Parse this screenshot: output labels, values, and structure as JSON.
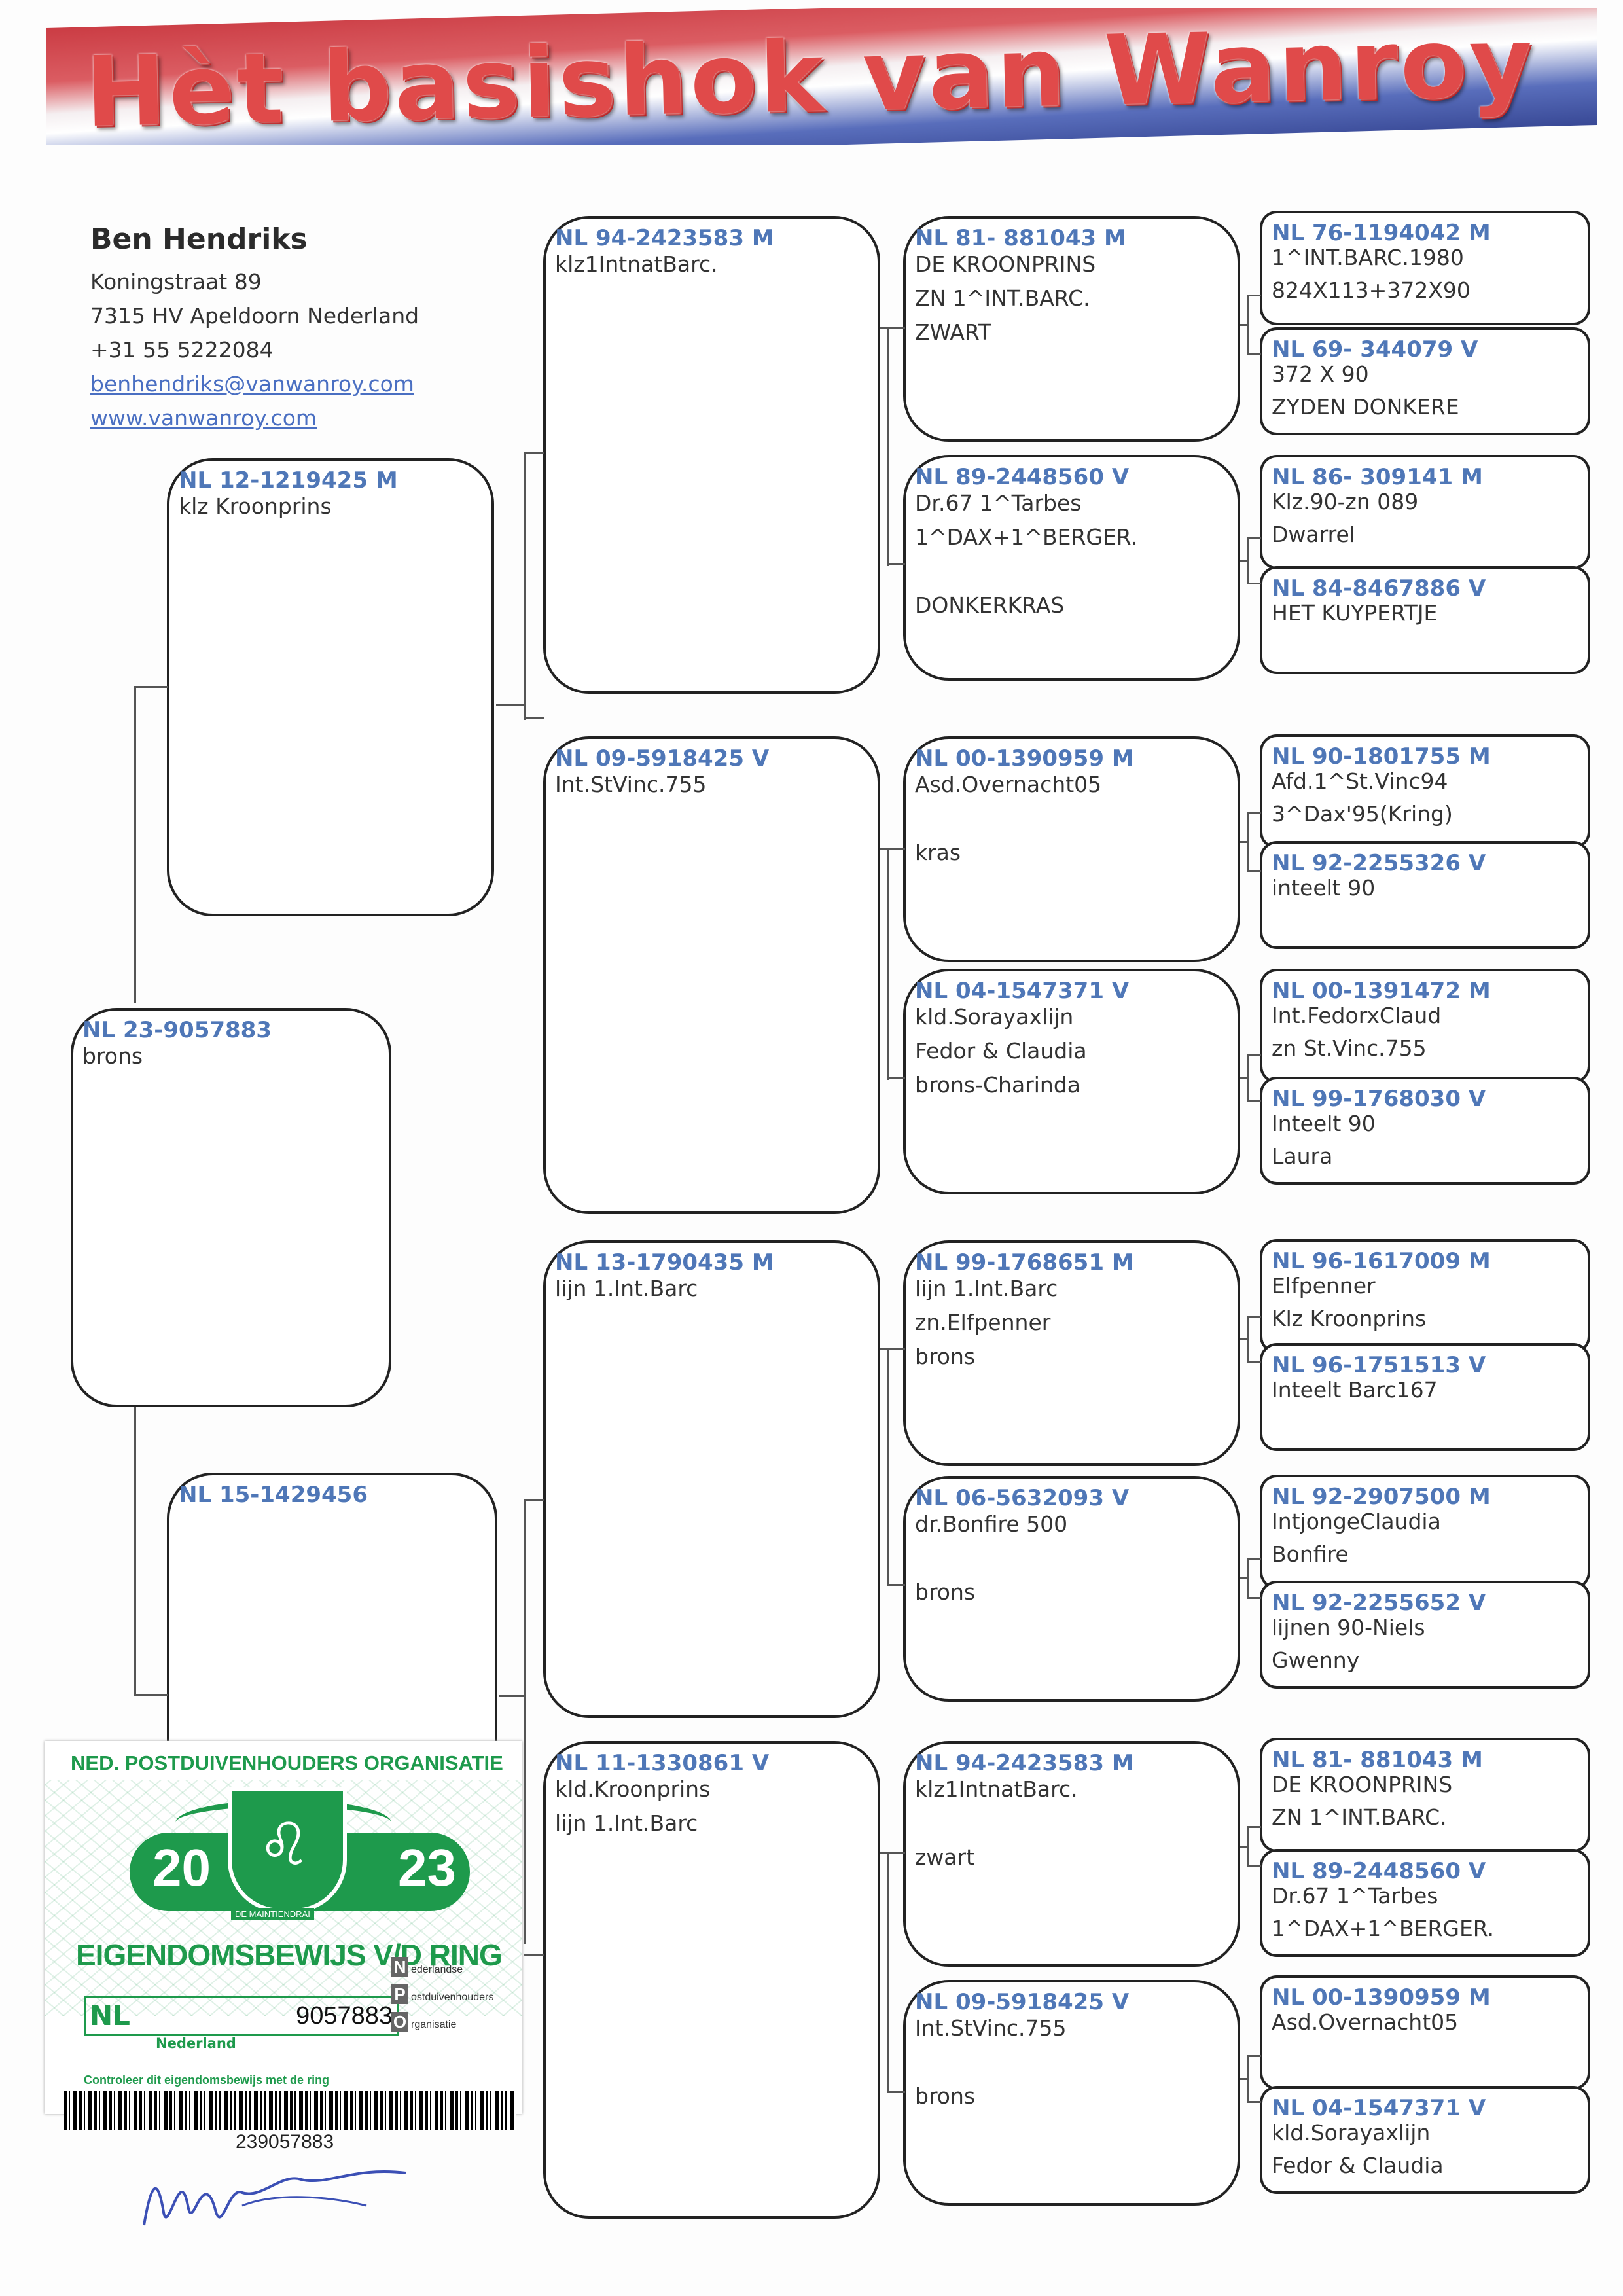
{
  "header": {
    "title": "Hèt basishok van Wanroy"
  },
  "owner": {
    "name": "Ben Hendriks",
    "address": "Koningstraat 89",
    "city": "7315 HV Apeldoorn Nederland",
    "phone": "+31 55 5222084",
    "email": "benhendriks@vanwanroy.com",
    "website": "www.vanwanroy.com"
  },
  "pigeon": {
    "ring": "NL 23-9057883",
    "lines": [
      "brons"
    ]
  },
  "father": {
    "ring": "NL 12-1219425 M",
    "lines": [
      "klz Kroonprins"
    ]
  },
  "mother": {
    "ring": "NL 15-1429456",
    "lines": []
  },
  "gen3": [
    {
      "ring": "NL 94-2423583 M",
      "lines": [
        "klz1IntnatBarc."
      ]
    },
    {
      "ring": "NL 09-5918425 V",
      "lines": [
        "Int.StVinc.755"
      ]
    },
    {
      "ring": "NL 13-1790435 M",
      "lines": [
        "lijn 1.Int.Barc"
      ]
    },
    {
      "ring": "NL 11-1330861 V",
      "lines": [
        "kld.Kroonprins",
        "lijn 1.Int.Barc"
      ]
    }
  ],
  "gen4": [
    {
      "ring": "NL 81- 881043 M",
      "lines": [
        "DE KROONPRINS",
        "ZN 1^INT.BARC.",
        "ZWART"
      ]
    },
    {
      "ring": "NL 89-2448560 V",
      "lines": [
        "Dr.67 1^Tarbes",
        "1^DAX+1^BERGER.",
        "",
        "DONKERKRAS"
      ]
    },
    {
      "ring": "NL 00-1390959 M",
      "lines": [
        "Asd.Overnacht05",
        "",
        "kras"
      ]
    },
    {
      "ring": "NL 04-1547371 V",
      "lines": [
        "kld.Sorayaxlijn",
        "Fedor & Claudia",
        "brons-Charinda"
      ]
    },
    {
      "ring": "NL 99-1768651 M",
      "lines": [
        "lijn 1.Int.Barc",
        "zn.Elfpenner",
        "brons"
      ]
    },
    {
      "ring": "NL 06-5632093 V",
      "lines": [
        "dr.Bonfire 500",
        "",
        "brons"
      ]
    },
    {
      "ring": "NL 94-2423583 M",
      "lines": [
        "klz1IntnatBarc.",
        "",
        "zwart"
      ]
    },
    {
      "ring": "NL 09-5918425 V",
      "lines": [
        "Int.StVinc.755",
        "",
        "brons"
      ]
    }
  ],
  "gen5": [
    {
      "ring": "NL 76-1194042 M",
      "lines": [
        "1^INT.BARC.1980",
        "824X113+372X90"
      ]
    },
    {
      "ring": "NL 69- 344079 V",
      "lines": [
        "372 X 90",
        "ZYDEN DONKERE"
      ]
    },
    {
      "ring": "NL 86- 309141 M",
      "lines": [
        "Klz.90-zn 089",
        "Dwarrel"
      ]
    },
    {
      "ring": "NL 84-8467886 V",
      "lines": [
        "HET KUYPERTJE"
      ]
    },
    {
      "ring": "NL 90-1801755 M",
      "lines": [
        "Afd.1^St.Vinc94",
        "3^Dax'95(Kring)"
      ]
    },
    {
      "ring": "NL 92-2255326 V",
      "lines": [
        "inteelt 90"
      ]
    },
    {
      "ring": "NL 00-1391472 M",
      "lines": [
        "Int.FedorxClaud",
        "zn St.Vinc.755"
      ]
    },
    {
      "ring": "NL 99-1768030 V",
      "lines": [
        "Inteelt 90",
        "Laura"
      ]
    },
    {
      "ring": "NL 96-1617009 M",
      "lines": [
        "Elfpenner",
        "Klz Kroonprins"
      ]
    },
    {
      "ring": "NL 96-1751513 V",
      "lines": [
        "Inteelt Barc167"
      ]
    },
    {
      "ring": "NL 92-2907500 M",
      "lines": [
        "IntjongeClaudia",
        "Bonfire"
      ]
    },
    {
      "ring": "NL 92-2255652 V",
      "lines": [
        "lijnen 90-Niels",
        "Gwenny"
      ]
    },
    {
      "ring": "NL 81- 881043 M",
      "lines": [
        "DE KROONPRINS",
        "ZN 1^INT.BARC."
      ]
    },
    {
      "ring": "NL 89-2448560 V",
      "lines": [
        "Dr.67 1^Tarbes",
        "1^DAX+1^BERGER."
      ]
    },
    {
      "ring": "NL 00-1390959 M",
      "lines": [
        "Asd.Overnacht05"
      ]
    },
    {
      "ring": "NL 04-1547371 V",
      "lines": [
        "kld.Sorayaxlijn",
        "Fedor & Claudia"
      ]
    }
  ],
  "certificate": {
    "org": "NED. POSTDUIVENHOUDERS ORGANISATIE",
    "year_left": "20",
    "year_right": "23",
    "small_label": "DE MAINTIENDRAI",
    "title": "EIGENDOMSBEWIJS V/D RING",
    "country_code": "NL",
    "ring_number": "9057883",
    "country": "Nederland",
    "npo": [
      {
        "letter": "N",
        "word": "ederlandse"
      },
      {
        "letter": "P",
        "word": "ostduivenhouders"
      },
      {
        "letter": "O",
        "word": "rganisatie"
      }
    ],
    "check_text": "Controleer dit eigendomsbewijs met de ring",
    "barcode_number": "239057883"
  },
  "colors": {
    "ring_blue": "#4f77b7",
    "npo_green": "#1e9a4c",
    "banner_red": "#e04a4a"
  }
}
